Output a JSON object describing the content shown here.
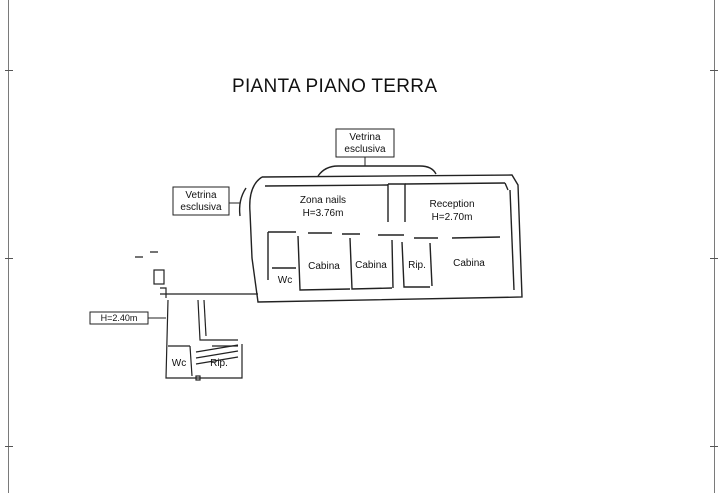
{
  "title": "PIANTA PIANO TERRA",
  "labels": {
    "vetrina_top_line1": "Vetrina",
    "vetrina_top_line2": "esclusiva",
    "vetrina_left_line1": "Vetrina",
    "vetrina_left_line2": "esclusiva",
    "zona_nails": "Zona nails",
    "zona_nails_height": "H=3.76m",
    "reception": "Reception",
    "reception_height": "H=2.70m",
    "wc_main": "Wc",
    "cabina_1": "Cabina",
    "cabina_2": "Cabina",
    "rip_main": "Rip.",
    "cabina_3": "Cabina",
    "annex_height": "H=2.40m",
    "wc_annex": "Wc",
    "rip_annex": "Rip."
  },
  "colors": {
    "wall": "#222222",
    "frame": "#7a7a7a"
  }
}
